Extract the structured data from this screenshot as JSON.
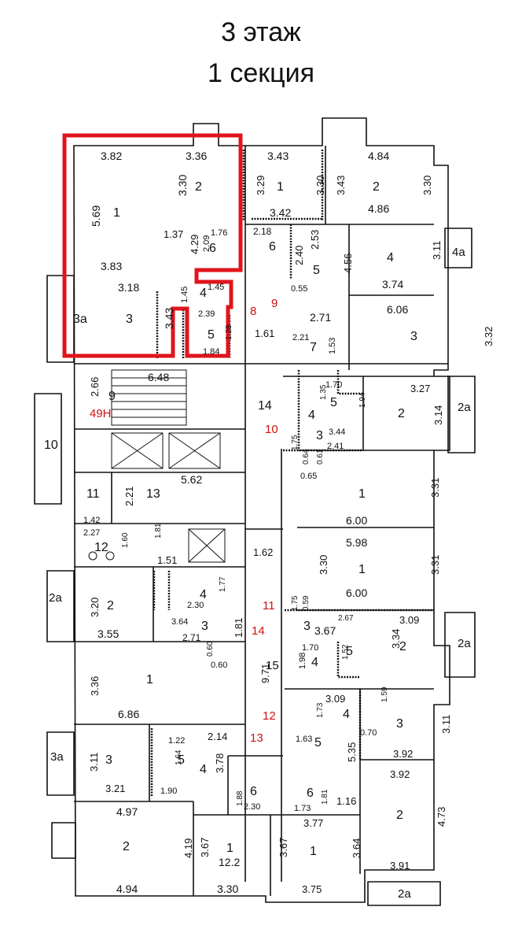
{
  "header": {
    "floor": "3 этаж",
    "section": "1 секция"
  },
  "colors": {
    "highlight": "#e0141b",
    "wall": "#111111",
    "corridor_number": "#d01010"
  },
  "labels": {
    "a1_5_69": "5.69",
    "a1_3_82": "3.82",
    "a1_1": "1",
    "a1_3_83": "3.83",
    "a1_3_36": "3.36",
    "a1_3_30": "3.30",
    "a1_2": "2",
    "a1_1_37": "1.37",
    "a1_1_76": "1.76",
    "a1_2_09": "2.09",
    "a1_6": "6",
    "a1_4_29": "4.29",
    "a1_1_45a": "1.45",
    "a1_4": "4",
    "a1_1_45b": "1.45",
    "a1_3_18": "3.18",
    "a1_3": "3",
    "a1_3_43": "3.43",
    "a1_3a": "3а",
    "a1_2_39": "2.39",
    "a1_5": "5",
    "a1_1_28": "1.28",
    "a1_1_84": "1.84",
    "a2_3_43top": "3.43",
    "a2_3_29": "3.29",
    "a2_1": "1",
    "a2_3_30": "3.30",
    "a2_3_42": "3.42",
    "a2_4_84": "4.84",
    "a2_3_43": "3.43",
    "a2_2": "2",
    "a2_3_30b": "3.30",
    "a2_4_86": "4.86",
    "a2_2_18": "2.18",
    "a2_6": "6",
    "a2_2_40": "2.40",
    "a2_2_53": "2.53",
    "a2_5": "5",
    "a2_0_55": "0.55",
    "a2_4_56": "4.56",
    "a2_4": "4",
    "a2_3_11": "3.11",
    "a2_4a": "4а",
    "a2_3_74": "3.74",
    "a2_2_71": "2.71",
    "a2_6_06": "6.06",
    "a2_3": "3",
    "a2_3_32": "3.32",
    "a2_2_21": "2.21",
    "a2_7": "7",
    "a2_1_53": "1.53",
    "c_8": "8",
    "c_9": "9",
    "c_1_61": "1.61",
    "c_14": "14",
    "c_10": "10",
    "c_1_62": "1.62",
    "c_11": "11",
    "c_14b": "14",
    "c_9_71": "9.71",
    "c_15": "15",
    "c_12": "12",
    "c_13": "13",
    "s_6_48": "6.48",
    "s_2_66": "2.66",
    "s_9": "9",
    "s_49h": "49Н",
    "s_10": "10",
    "s_11": "11",
    "s_2_21": "2.21",
    "s_13": "13",
    "s_5_62": "5.62",
    "s_1_42": "1.42",
    "s_2_27": "2.27",
    "s_12": "12",
    "s_1_60": "1.60",
    "s_1_81": "1.81",
    "s_1_51": "1.51",
    "a3_1_70": "1.70",
    "a3_3_27": "3.27",
    "a3_1_35": "1.35",
    "a3_4": "4",
    "a3_5": "5",
    "a3_1_94": "1.94",
    "a3_2": "2",
    "a3_3_14": "3.14",
    "a3_2a": "2а",
    "a3_3": "3",
    "a3_3_44": "3.44",
    "a3_1_75": "1.75",
    "a3_0_64": "0.64",
    "a3_2_41": "2.41",
    "a3_0_61": "0.61",
    "a3_0_65": "0.65",
    "a4_1": "1",
    "a4_3_31": "3.31",
    "a4_6_00": "6.00",
    "a5_5_98": "5.98",
    "a5_3_30": "3.30",
    "a5_1": "1",
    "a5_3_31": "3.31",
    "a5_6_00": "6.00",
    "a6_1_75": "1.75",
    "a6_0_59": "0.59",
    "a6_2_67": "2.67",
    "a6_3_09": "3.09",
    "a6_3": "3",
    "a6_3_67": "3.67",
    "a6_3_34": "3.34",
    "a6_2": "2",
    "a6_2a": "2а",
    "a6_1_70": "1.70",
    "a6_1_52": "1.52",
    "a6_5": "5",
    "a6_1_98": "1.98",
    "a6_4": "4",
    "a7_2a": "2а",
    "a7_3_20": "3.20",
    "a7_2": "2",
    "a7_3_55": "3.55",
    "a7_4": "4",
    "a7_1_77": "1.77",
    "a7_2_30": "2.30",
    "a7_3_64": "3.64",
    "a7_3": "3",
    "a7_1_81": "1.81",
    "a7_2_71": "2.71",
    "a7_0_60a": "0.60",
    "a7_0_60b": "0.60",
    "a7_3_36": "3.36",
    "a7_1": "1",
    "a7_6_86": "6.86",
    "a8_3a": "3а",
    "a8_3_11": "3.11",
    "a8_3": "3",
    "a8_3_21": "3.21",
    "a8_1_22": "1.22",
    "a8_1_64": "1.64",
    "a8_5": "5",
    "a8_2_14": "2.14",
    "a8_4": "4",
    "a8_3_78": "3.78",
    "a8_1_90": "1.90",
    "a8_6": "6",
    "a8_1_88": "1.88",
    "a8_2_30": "2.30",
    "a8_4_97": "4.97",
    "a8_2": "2",
    "a8_4_19": "4.19",
    "a8_4_94": "4.94",
    "a8_3_67": "3.67",
    "a8_1b": "1",
    "a8_12_2": "12.2",
    "a8_3_30": "3.30",
    "a9_3_09": "3.09",
    "a9_4": "4",
    "a9_1_73": "1.73",
    "a9_1_59": "1.59",
    "a9_0_70": "0.70",
    "a9_3": "3",
    "a9_3_11": "3.11",
    "a9_3_92a": "3.92",
    "a9_1_63": "1.63",
    "a9_5": "5",
    "a9_5_35": "5.35",
    "a9_3_92b": "3.92",
    "a9_6": "6",
    "a9_1_81": "1.81",
    "a9_1_73b": "1.73",
    "a9_1_16": "1.16",
    "a9_2": "2",
    "a9_4_73": "4.73",
    "a9_3_77": "3.77",
    "a9_3_67": "3.67",
    "a9_1": "1",
    "a9_3_64": "3.64",
    "a9_3_75": "3.75",
    "a9_3_91": "3.91",
    "a9_2a": "2а"
  }
}
